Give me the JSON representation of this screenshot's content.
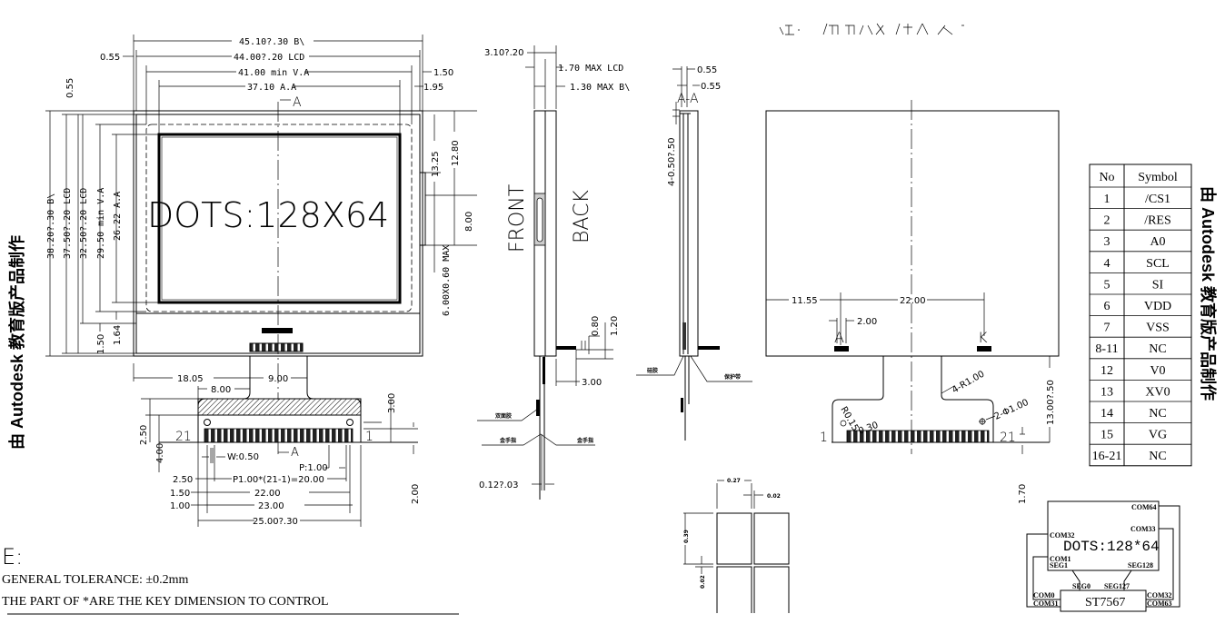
{
  "front_view": {
    "dots_label": "DOTS:128X64",
    "section_marker": "A",
    "top_dims": [
      "45.10?.30  B\\",
      "44.00?.20  LCD",
      "41.00  min  V.A",
      "37.10  A.A"
    ],
    "left_small": "0.55",
    "right_small": [
      "1.50",
      "1.95"
    ],
    "top_left_vertical": "0.55",
    "left_dims": [
      "38.20?.30  B\\",
      "37.50?.20  LCD",
      "32.50?.20  LCD",
      "29.50  min  V.A",
      "26.22  A.A"
    ],
    "bottom_left_dims": [
      "1.50",
      "1.64"
    ],
    "right_dims": [
      "13.25",
      "12.80",
      "8.00",
      "6.00X0.60  MAX"
    ]
  },
  "fpc": {
    "dims": [
      "18.05",
      "9.00",
      "8.00",
      "3.00",
      "2.50",
      "4.00",
      "W:0.50",
      "P:1.00",
      "2.50",
      "P1.00*(21-1)=20.00",
      "1.50",
      "22.00",
      "1.00",
      "23.00",
      "25.00?.30",
      "2.00"
    ],
    "pin_left": "21",
    "pin_right": "1",
    "section_marker": "A"
  },
  "side_view": {
    "dims": [
      "3.10?.20",
      "1.70  MAX  LCD",
      "1.30  MAX  B\\",
      "0.80",
      "1.20",
      "3.00",
      "0.12?.03"
    ],
    "front_label": "FRONT",
    "back_label": "BACK",
    "callouts": [
      "双面胶",
      "金手指",
      "金手指"
    ]
  },
  "section_view": {
    "title": "A-A",
    "dims": [
      "0.55",
      "0.55",
      "4-0.50?.50"
    ],
    "callouts": [
      "硅胶",
      "保护带"
    ]
  },
  "back_view": {
    "dims": [
      "11.55",
      "22.00",
      "2.00",
      "4-R1.00",
      "2-Φ1.00",
      "13.00?.50",
      "1.70",
      "R0.15",
      "0.30"
    ],
    "anode": "A",
    "cathode": "K",
    "pin_left": "1",
    "pin_right": "21"
  },
  "pixel_detail": {
    "dims": [
      "0.27",
      "0.02",
      "0.39",
      "0.02"
    ]
  },
  "pin_table": {
    "headers": [
      "No",
      "Symbol"
    ],
    "rows": [
      [
        "1",
        "/CS1"
      ],
      [
        "2",
        "/RES"
      ],
      [
        "3",
        "A0"
      ],
      [
        "4",
        "SCL"
      ],
      [
        "5",
        "SI"
      ],
      [
        "6",
        "VDD"
      ],
      [
        "7",
        "VSS"
      ],
      [
        "8-11",
        "NC"
      ],
      [
        "12",
        "V0"
      ],
      [
        "13",
        "XV0"
      ],
      [
        "14",
        "NC"
      ],
      [
        "15",
        "VG"
      ],
      [
        "16-21",
        "NC"
      ]
    ]
  },
  "schematic": {
    "dots": "DOTS:128*64",
    "driver": "ST7567",
    "labels": [
      "COM64",
      "COM33",
      "COM32",
      "COM1",
      "SEG1",
      "SEG128",
      "SEG0",
      "SEG127",
      "COM0",
      "COM31",
      "COM32",
      "COM63"
    ]
  },
  "notes": {
    "heading": "E:",
    "line1": "GENERAL  TOLERANCE:  ±0.2mm",
    "line2": "THE PART OF *ARE THE KEY DIMENSION TO CONTROL"
  },
  "watermark": "由 Autodesk 教育版产品制作"
}
